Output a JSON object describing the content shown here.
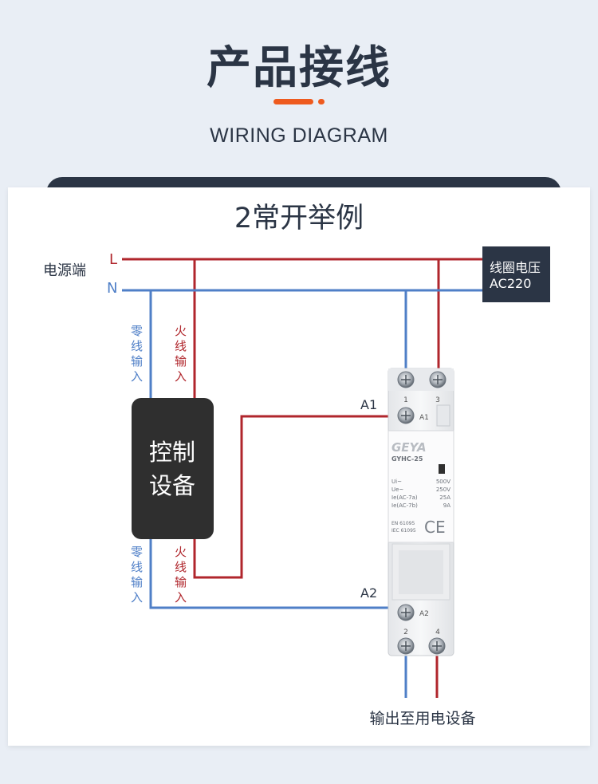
{
  "header": {
    "title": "产品接线",
    "subtitle": "WIRING DIAGRAM"
  },
  "diagram": {
    "title": "2常开举例",
    "power_source_label": "电源端",
    "line_L": "L",
    "line_N": "N",
    "coil_voltage_line1": "线圈电压",
    "coil_voltage_line2": "AC220",
    "neutral_input": [
      "零",
      "线",
      "输",
      "入"
    ],
    "live_input": [
      "火",
      "线",
      "输",
      "入"
    ],
    "controller_line1": "控制",
    "controller_line2": "设备",
    "terminal_A1": "A1",
    "terminal_A2": "A2",
    "output_label": "输出至用电设备",
    "device": {
      "brand": "GEYA",
      "model": "GYHC-25",
      "terminal_top_1": "1",
      "terminal_top_3": "3",
      "terminal_bottom_2": "2",
      "terminal_bottom_4": "4",
      "coil_A1": "A1",
      "coil_A2": "A2",
      "spec_labels": [
        "Ui~",
        "Ue~",
        "Ie(AC-7a)",
        "Ie(AC-7b)"
      ],
      "spec_values": [
        "500V",
        "250V",
        "25A",
        "9A"
      ],
      "standards": [
        "EN 61095",
        "IEC 61095"
      ],
      "ce_mark": "CE"
    },
    "colors": {
      "live": "#b0262c",
      "neutral": "#4f7fc7",
      "dark": "#2b3545",
      "accent": "#ee5a1e",
      "controller": "#2f2f2f"
    }
  }
}
